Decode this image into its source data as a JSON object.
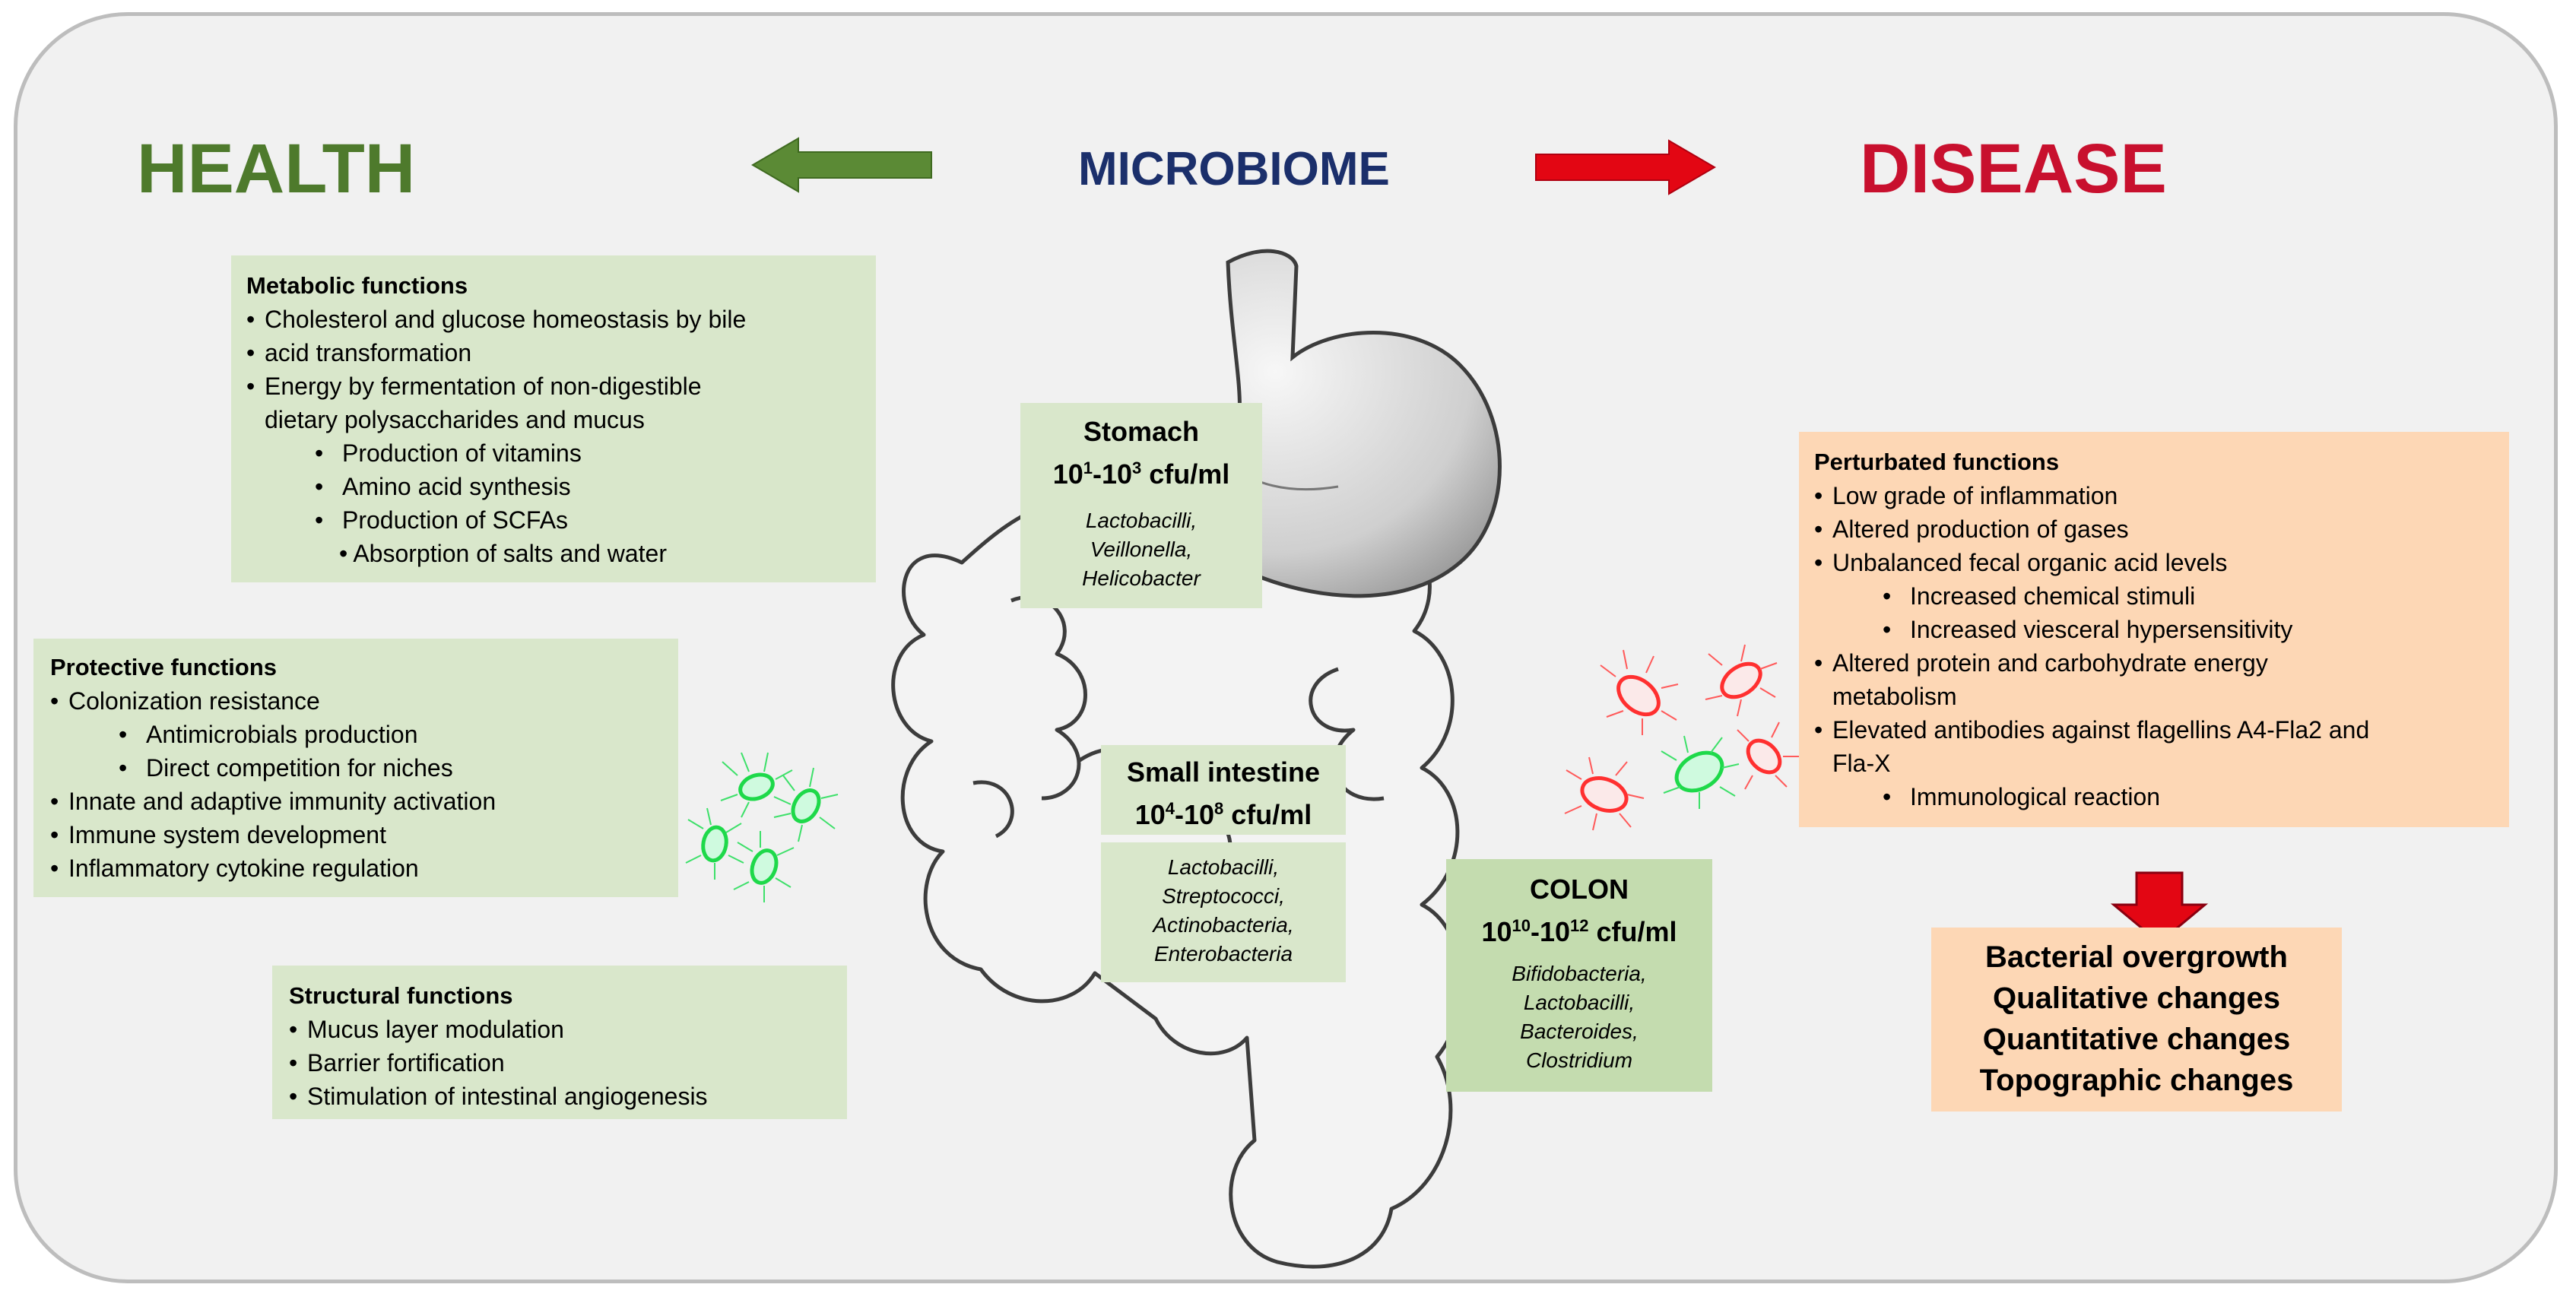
{
  "headers": {
    "health": "HEALTH",
    "microbiome": "MICROBIOME",
    "disease": "DISEASE"
  },
  "colors": {
    "health": "#4e7a2c",
    "microbiome": "#1b2f6b",
    "disease": "#c8102e",
    "green_box": "#d9e7cb",
    "organ_box": "#c4dcaf",
    "orange_box": "#fdd7b5",
    "arrow_red": "#e30613",
    "arrow_green": "#5b8a35"
  },
  "metabolic": {
    "title": "Metabolic functions",
    "items": [
      "Cholesterol and glucose homeostasis by bile",
      "acid transformation",
      "Energy by fermentation of non-digestible",
      "dietary polysaccharides  and mucus",
      "Production of vitamins",
      "Amino acid synthesis",
      "Production of SCFAs",
      "• Absorption of salts and water"
    ]
  },
  "protective": {
    "title": "Protective functions",
    "items": [
      "Colonization resistance",
      "Antimicrobials production",
      "Direct competition for niches",
      "Innate and adaptive immunity activation",
      "Immune system development",
      "Inflammatory cytokine regulation"
    ]
  },
  "structural": {
    "title": "Structural functions",
    "items": [
      "Mucus layer modulation",
      "Barrier fortification",
      "Stimulation of intestinal angiogenesis"
    ]
  },
  "stomach": {
    "name": "Stomach",
    "cfu_base1": "10",
    "cfu_exp1": "1",
    "cfu_mid": "-10",
    "cfu_exp2": "3",
    "cfu_unit": " cfu/ml",
    "bacteria": [
      "Lactobacilli,",
      "Veillonella,",
      "Helicobacter"
    ]
  },
  "small_intestine": {
    "name": "Small intestine",
    "cfu_base1": "10",
    "cfu_exp1": "4",
    "cfu_mid": "-10",
    "cfu_exp2": "8",
    "cfu_unit": " cfu/ml",
    "bacteria": [
      "Lactobacilli,",
      "Streptococci,",
      "Actinobacteria,",
      "Enterobacteria"
    ]
  },
  "colon": {
    "name": "COLON",
    "cfu_base1": "10",
    "cfu_exp1": "10",
    "cfu_mid": "-10",
    "cfu_exp2": "12",
    "cfu_unit": " cfu/ml",
    "bacteria": [
      "Bifidobacteria,",
      "Lactobacilli,",
      "Bacteroides,",
      "Clostridium"
    ]
  },
  "perturbated": {
    "title": "Perturbated functions",
    "items": [
      "Low grade of inflammation",
      "Altered production of gases",
      "Unbalanced fecal organic acid levels",
      "Increased chemical stimuli",
      "Increased viesceral hypersensitivity",
      "Altered protein and carbohydrate energy",
      "metabolism",
      "Elevated antibodies against flagellins A4-Fla2 and",
      "Fla-X",
      "Immunological reaction"
    ]
  },
  "outcomes": {
    "items": [
      "Bacterial overgrowth",
      "Qualitative changes",
      "Quantitative changes",
      "Topographic changes"
    ]
  }
}
